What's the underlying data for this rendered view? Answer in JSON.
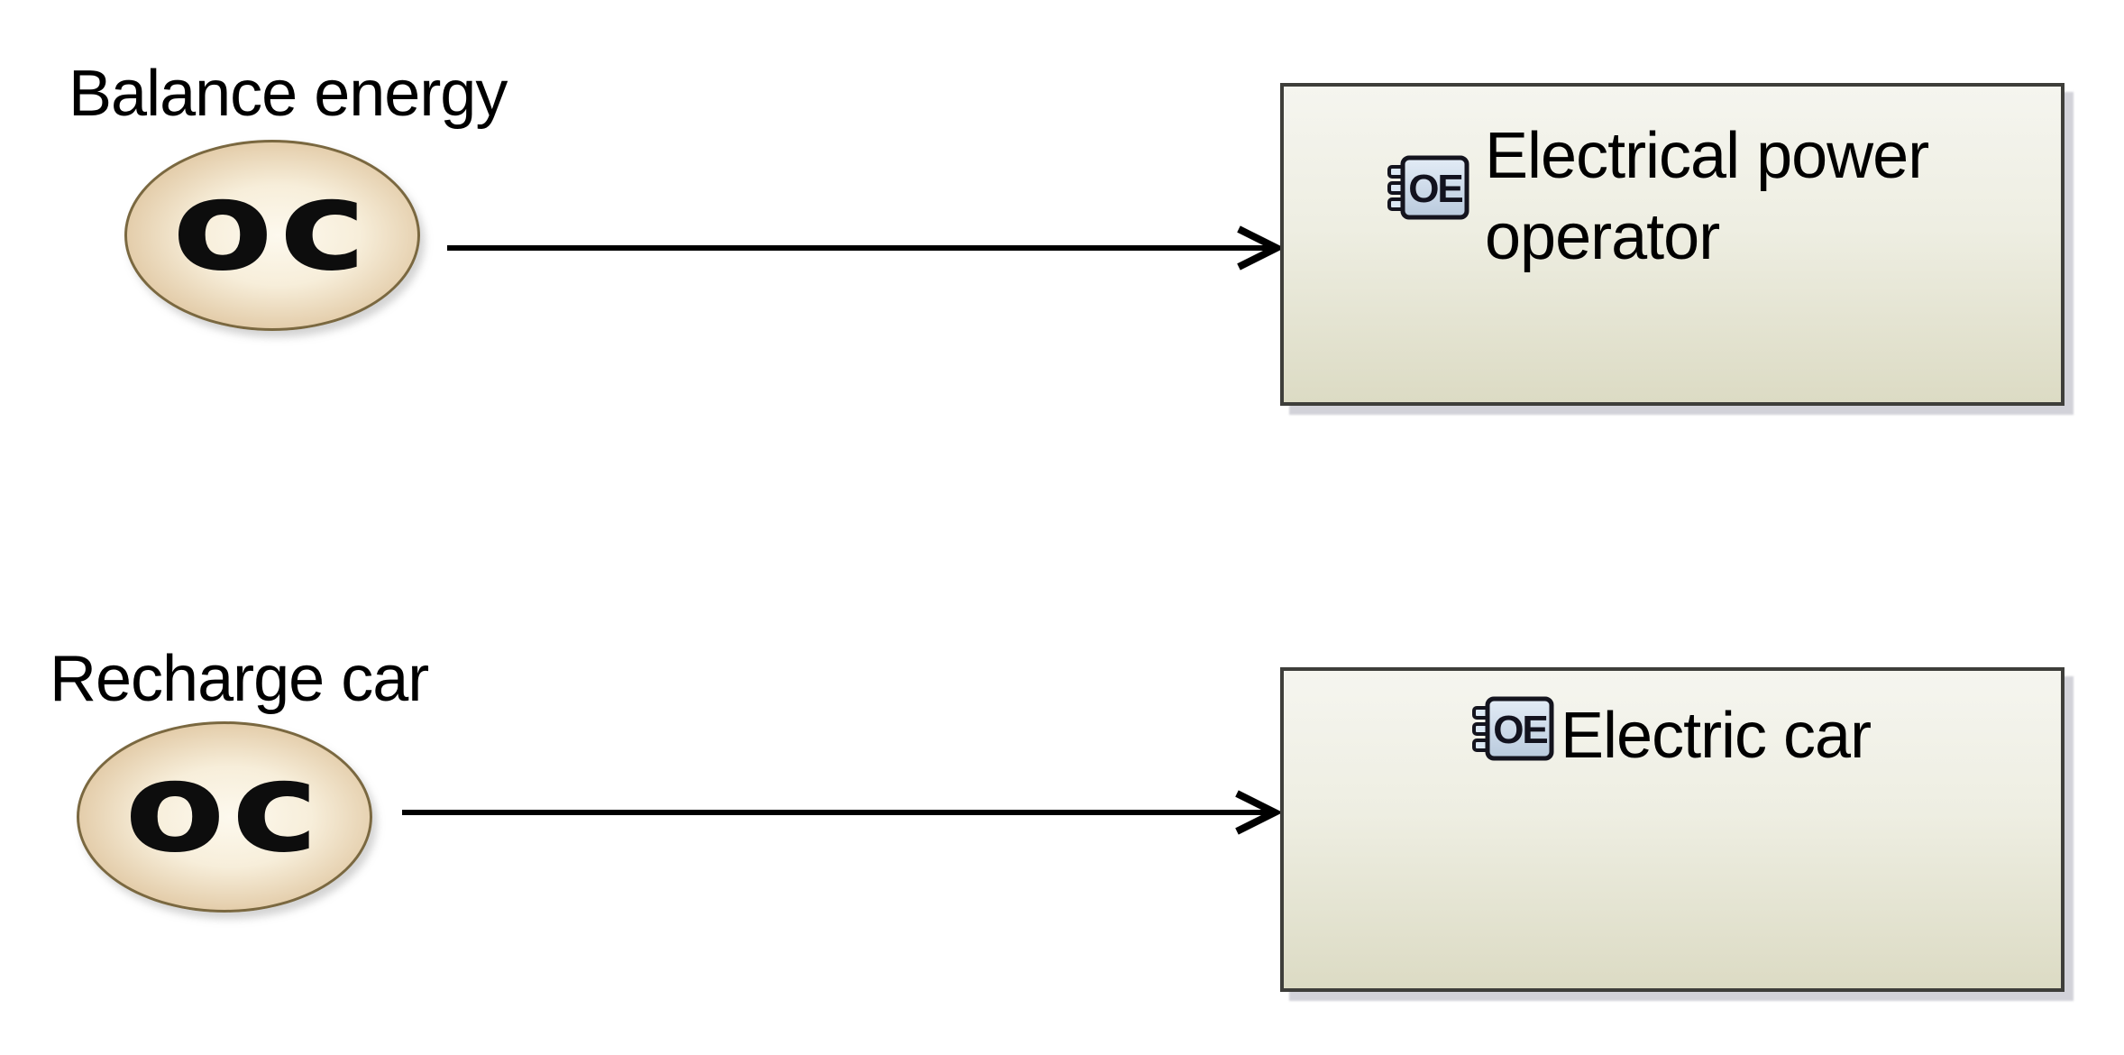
{
  "capabilities": [
    {
      "label": "Balance energy",
      "badge": "oc"
    },
    {
      "label": "Recharge car",
      "badge": "oc"
    }
  ],
  "entities": [
    {
      "name": "Electrical power operator",
      "icon_label": "OE"
    },
    {
      "name": "Electric car",
      "icon_label": "OE"
    }
  ],
  "colors": {
    "capability_fill_center": "#fdf9ee",
    "capability_fill_edge": "#d6b98f",
    "capability_border": "#7a6840",
    "badge_text": "#0d0d0d",
    "entity_fill_top": "#f5f5ef",
    "entity_fill_bottom": "#dcdbc4",
    "entity_border": "#3e3e3a",
    "entity_icon_fill_top": "#e3ecf6",
    "entity_icon_fill_bottom": "#b9cadd",
    "entity_icon_border": "#14141e",
    "arrow": "#000000",
    "label_text": "#000000",
    "box_shadow": "#9c9caa"
  }
}
